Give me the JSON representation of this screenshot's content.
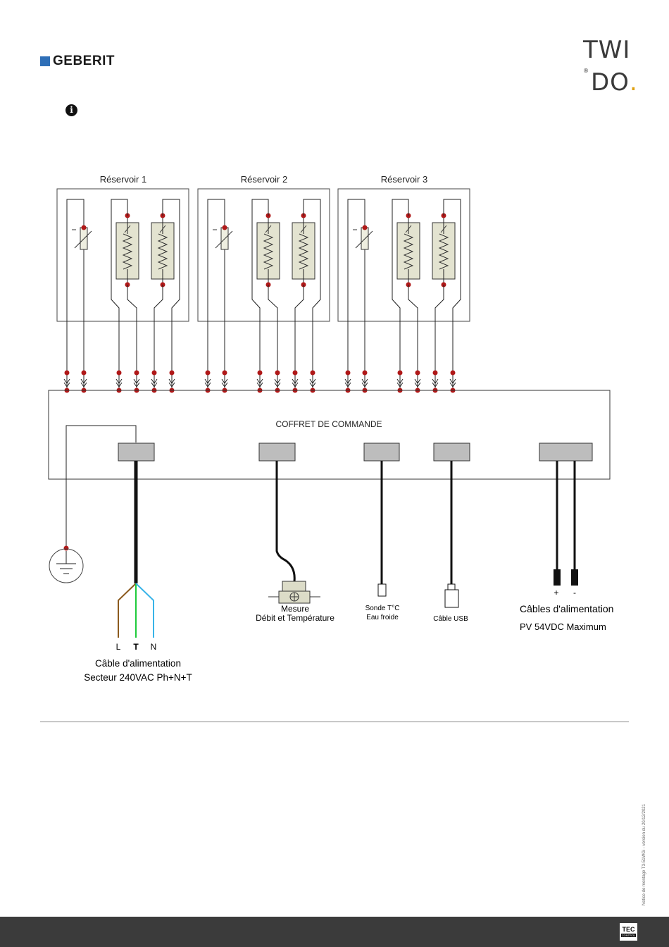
{
  "header": {
    "brand": "GEBERIT",
    "logo_line1": "TWI",
    "logo_line2": "DO",
    "logo_dot": ".",
    "logo_reg": "®"
  },
  "info_icon": "info-circle-icon",
  "diagram": {
    "reservoirs": [
      "Réservoir 1",
      "Réservoir 2",
      "Réservoir 3"
    ],
    "control_box": "COFFRET DE COMMANDE",
    "mains_wires": [
      "L",
      "T",
      "N"
    ],
    "mains_label_line1": "Câble d'alimentation",
    "mains_label_line2": "Secteur 240VAC Ph+N+T",
    "flow_label_line1": "Mesure",
    "flow_label_line2": "Débit et Température",
    "probe_label_line1": "Sonde T°C",
    "probe_label_line2": "Eau froide",
    "usb_label": "Câble USB",
    "pv_plus": "+",
    "pv_minus": "-",
    "pv_label_line1": "Câbles d'alimentation",
    "pv_label_line2": "PV  54VDC Maximum"
  },
  "colors": {
    "brand_blue": "#2f6fb7",
    "terminal_red": "#b01818",
    "wire_brown": "#8b5a1e",
    "wire_green": "#1ecb3a",
    "wire_blue": "#38b3e8",
    "connector_gray": "#bdbdbd",
    "footer": "#3b3b3b"
  },
  "side_note": "Notice de montage T3-51WGi - version du 20/12/2021",
  "footer_logo": {
    "line1": "TEC",
    "line2": "CONTROL"
  }
}
